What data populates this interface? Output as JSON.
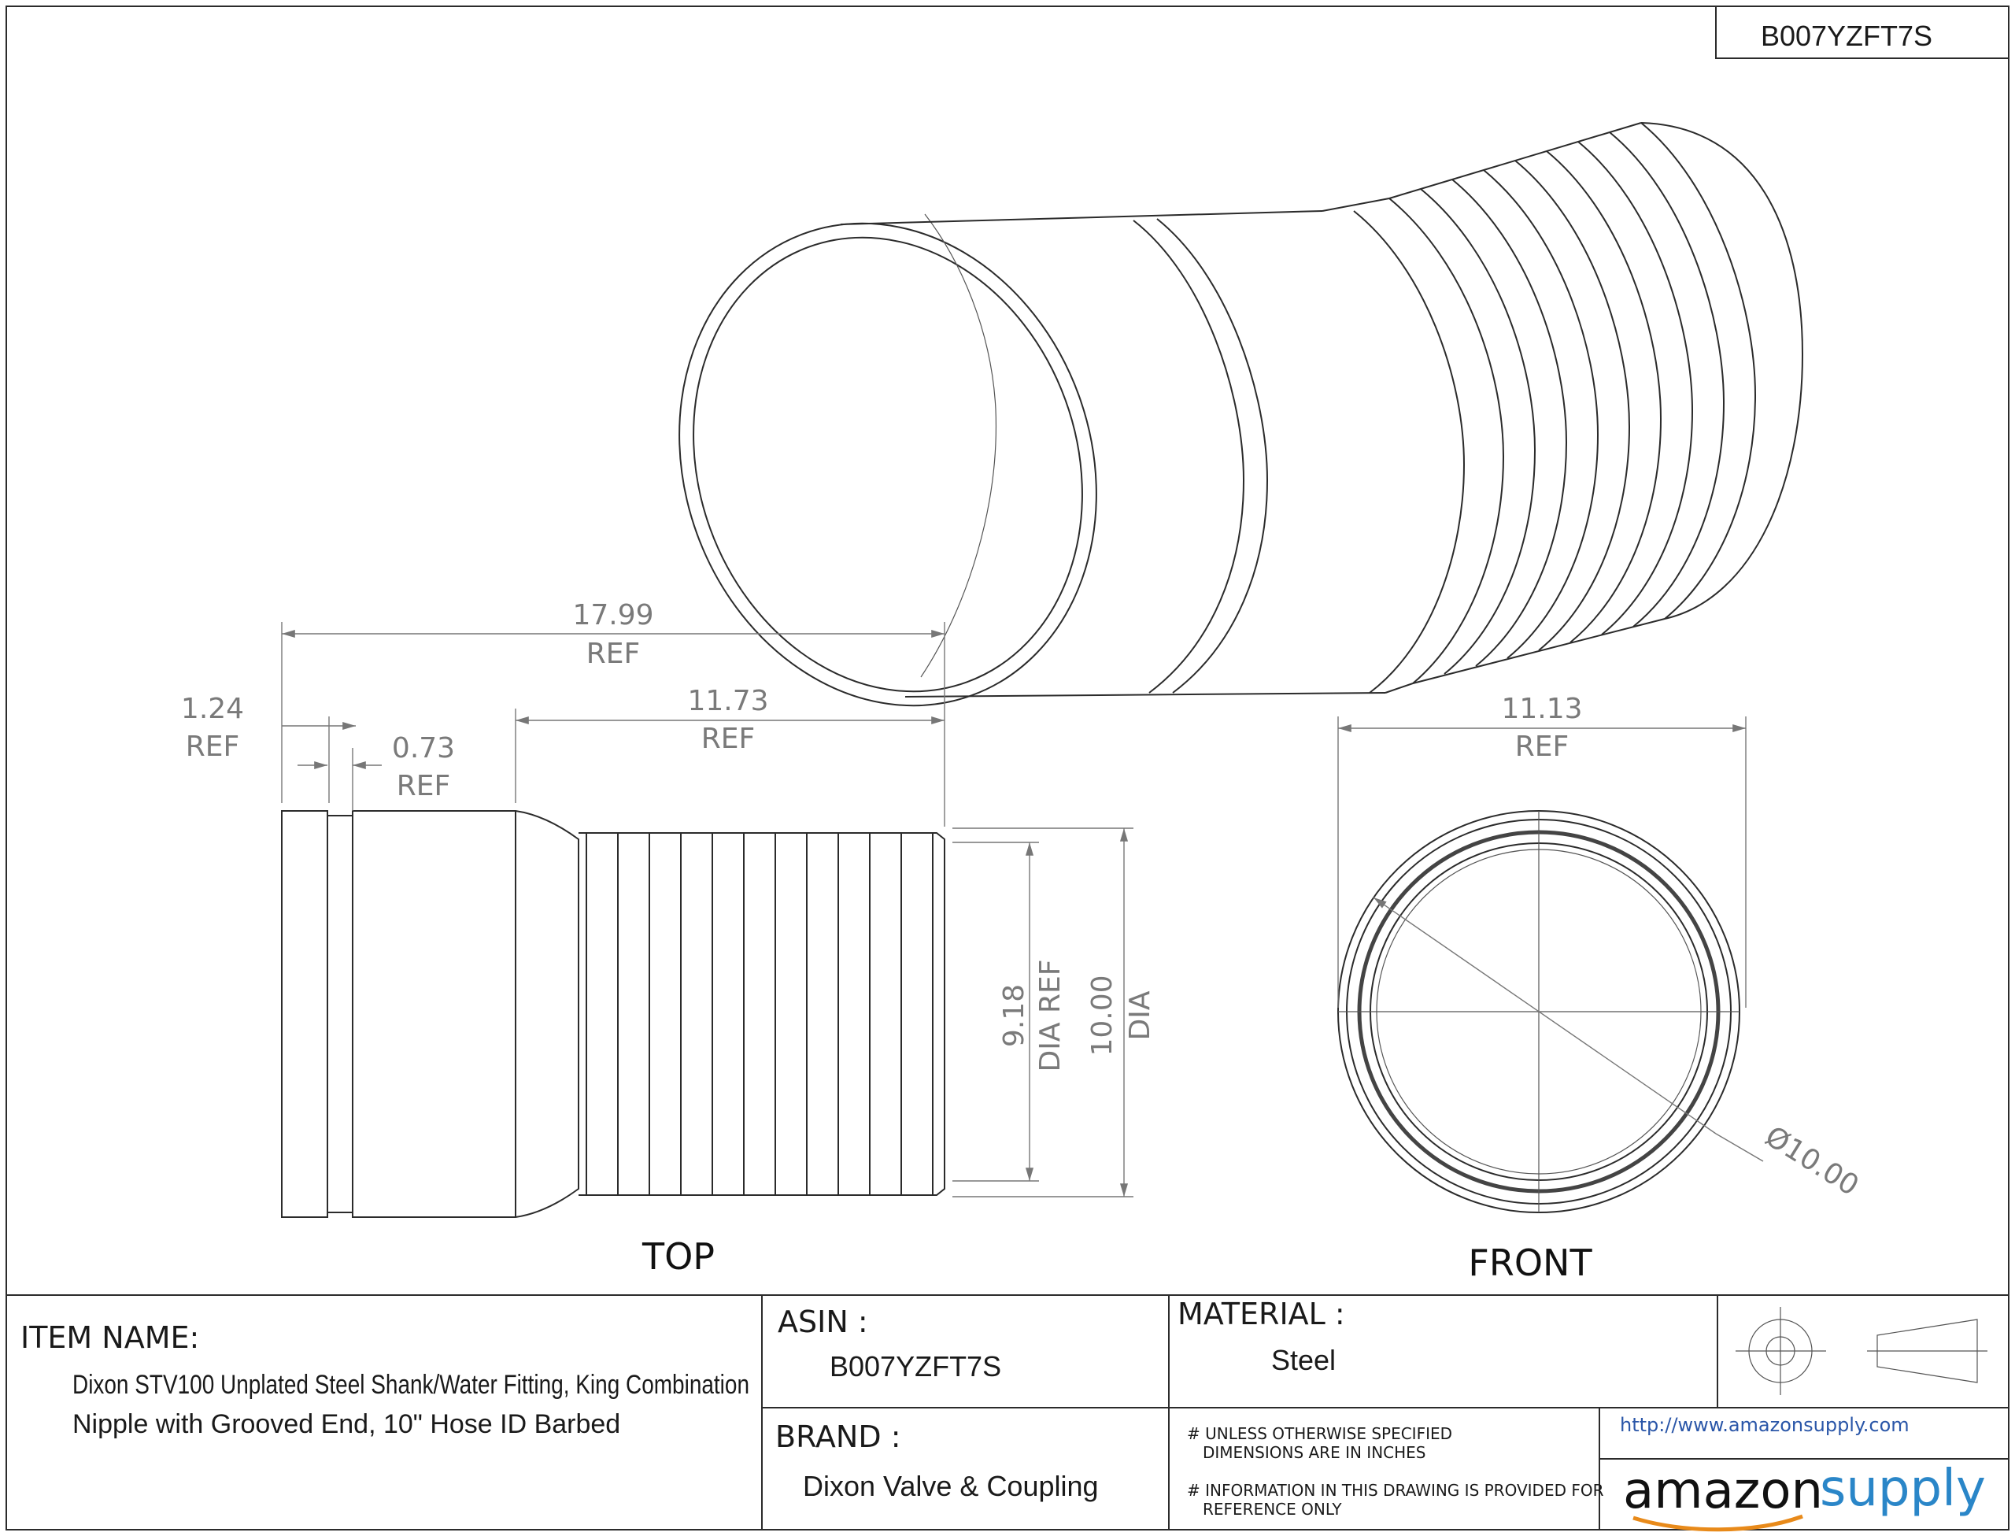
{
  "header": {
    "part_number": "B007YZFT7S"
  },
  "dimensions": {
    "overall_length": "17.99",
    "overall_ref": "REF",
    "flange_width": "1.24",
    "flange_ref": "REF",
    "groove_width": "0.73",
    "groove_ref": "REF",
    "barb_length": "11.73",
    "barb_ref": "REF",
    "inner_dia": "9.18",
    "inner_dia_ref": "DIA REF",
    "outer_dia": "10.00",
    "outer_dia_label": "DIA",
    "front_width": "11.13",
    "front_ref": "REF",
    "front_dia": "Ø10.00"
  },
  "views": {
    "top_label": "TOP",
    "front_label": "FRONT"
  },
  "title_block": {
    "item_name_label": "ITEM NAME:",
    "item_name_line1": "Dixon STV100 Unplated Steel Shank/Water Fitting, King Combination",
    "item_name_line2": "Nipple with Grooved End, 10\" Hose ID Barbed",
    "asin_label": "ASIN :",
    "asin_value": "B007YZFT7S",
    "material_label": "MATERIAL :",
    "material_value": "Steel",
    "brand_label": "BRAND :",
    "brand_value": "Dixon Valve & Coupling",
    "note1_line1": "# UNLESS OTHERWISE SPECIFIED",
    "note1_line2": "DIMENSIONS ARE IN INCHES",
    "note2_line1": "# INFORMATION IN THIS DRAWING IS PROVIDED FOR",
    "note2_line2": "REFERENCE ONLY",
    "url": "http://www.amazonsupply.com",
    "logo_part1": "amazon",
    "logo_part2": "supply",
    "projection_symbol": "third-angle-projection-icon"
  }
}
